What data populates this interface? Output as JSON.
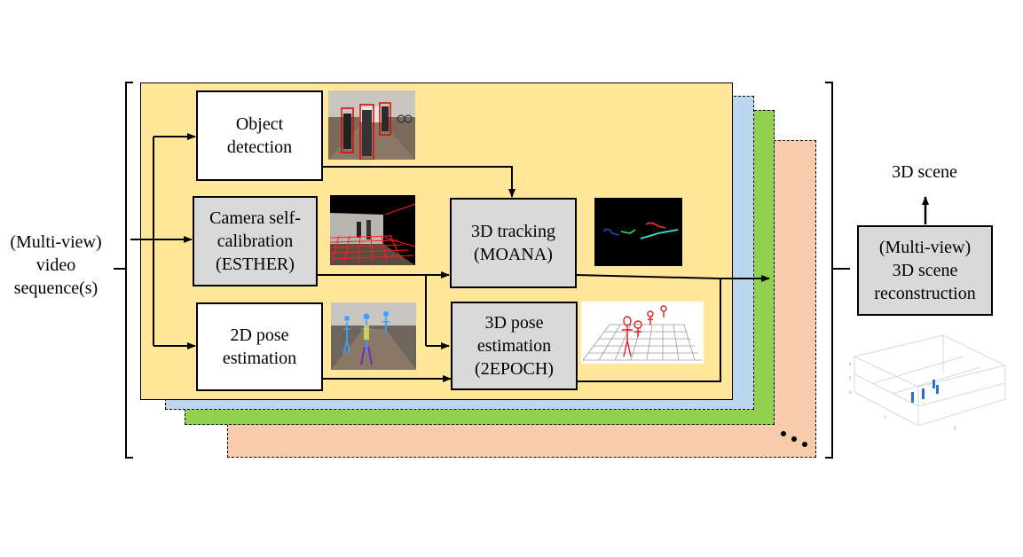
{
  "input_label": "(Multi-view)\nvideo\nsequence(s)",
  "boxes": {
    "object_detection": "Object\ndetection",
    "camera_calibration": "Camera self-\ncalibration\n(ESTHER)",
    "pose_2d": "2D pose\nestimation",
    "tracking_3d": "3D tracking\n(MOANA)",
    "pose_3d": "3D pose\nestimation\n(2EPOCH)",
    "reconstruction": "(Multi-view)\n3D scene\nreconstruction"
  },
  "output_label": "3D scene",
  "colors": {
    "main_layer": "#ffe699",
    "layer_blue": "#bdd7ee",
    "layer_green": "#92d050",
    "layer_orange": "#f8cbad",
    "box_gray": "#d9d9d9",
    "detection_box_red": "#e00000",
    "tracking_colors": [
      "#1f3fbf",
      "#2ecc40",
      "#e03030",
      "#40e0d0"
    ]
  },
  "thumbnails": [
    "detection-photo",
    "calibration-photo",
    "pose-2d-photo",
    "tracking-plot",
    "pose-3d-plot",
    "scene-3d-plot"
  ]
}
